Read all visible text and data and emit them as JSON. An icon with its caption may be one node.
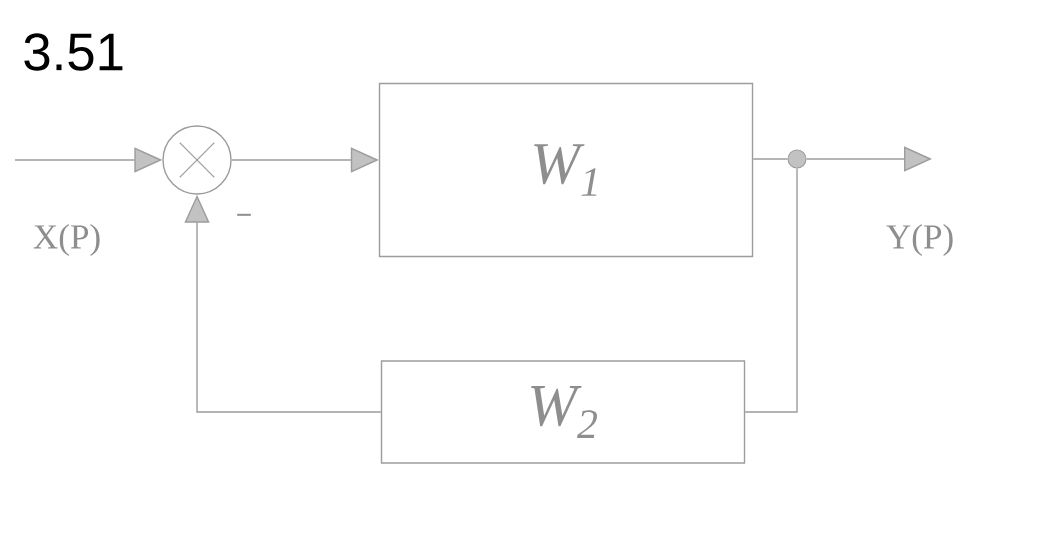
{
  "diagram": {
    "title": "3.51",
    "nodes": [
      {
        "text": [],
        "shape": "circle",
        "beside": [
          "−"
        ]
      },
      {
        "text": [
          "W$_{1}$"
        ]
      },
      {
        "text": [],
        "shape": "circle"
      },
      {
        "text": [
          "W$_{2}$"
        ]
      }
    ],
    "edges": [
      {
        "from": null,
        "to": 0,
        "arrow": "to",
        "label": "X(P)"
      },
      {
        "from": 0,
        "to": 1,
        "arrow": "to"
      },
      {
        "from": 1,
        "to": 2,
        "arrow": "none"
      },
      {
        "from": 2,
        "to": null,
        "arrow": "to",
        "label": "Y(P)"
      },
      {
        "from": 2,
        "to": 3,
        "arrow": "none"
      },
      {
        "from": 3,
        "to": 0,
        "arrow": "to"
      }
    ]
  }
}
